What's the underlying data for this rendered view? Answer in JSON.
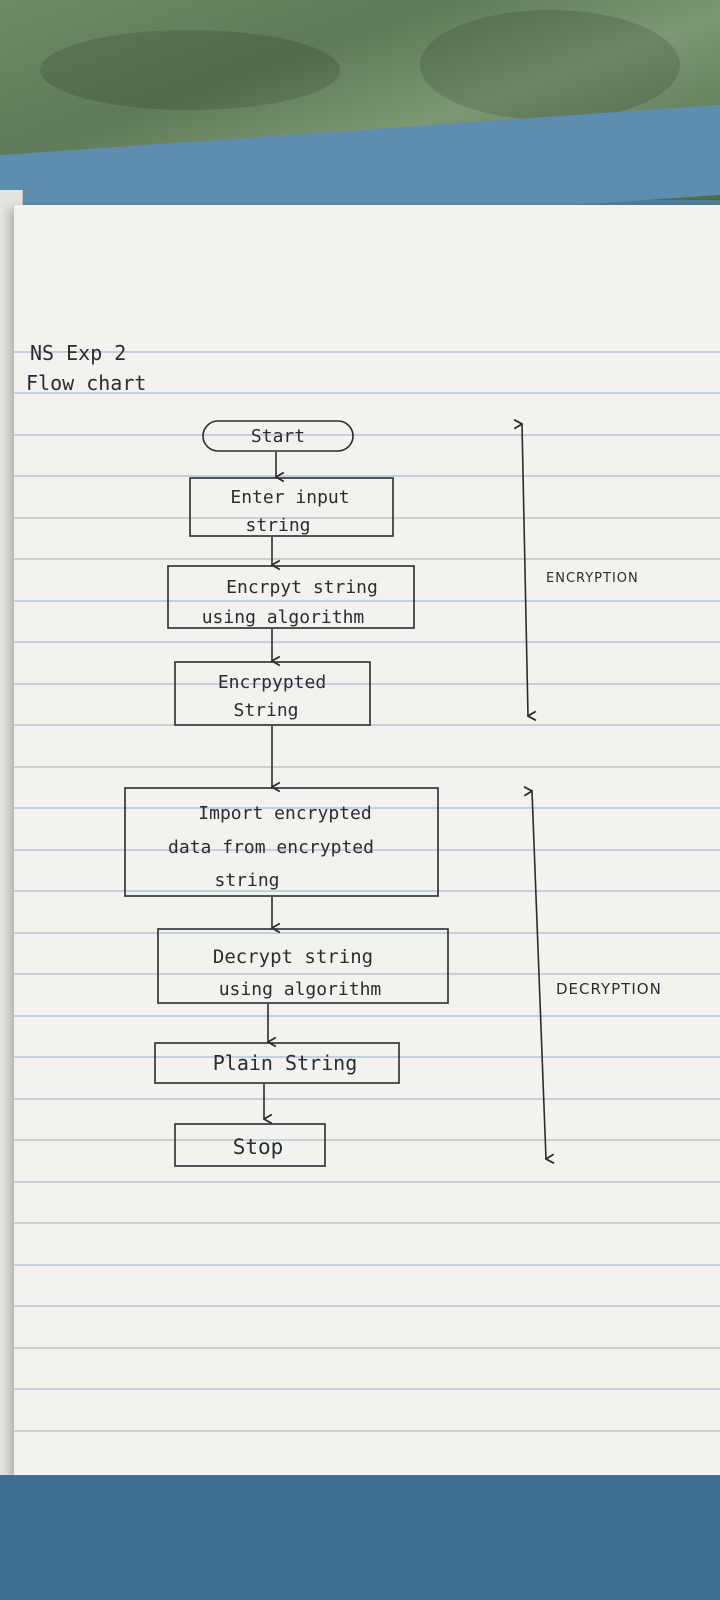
{
  "header": {
    "line1": "NS Exp 2",
    "line2": "Flow chart"
  },
  "flowchart": {
    "start": "Start",
    "enter_input": [
      "Enter input",
      "string"
    ],
    "encrypt": [
      "Encrpyt string",
      "using algorithm"
    ],
    "encrypted": [
      "Encrpypted",
      "String"
    ],
    "import": [
      "Import encrypted",
      "data from encrypted",
      "string"
    ],
    "decrypt": [
      "Decrypt string",
      "using algorithm"
    ],
    "plain": "Plain String",
    "stop": "Stop"
  },
  "sections": {
    "encryption": "ENCRYPTION",
    "decryption": "DECRYPTION"
  },
  "colors": {
    "ink": "#2b2b33",
    "paper": "#f3f2ee",
    "rule": "#9fb3c8",
    "table": "#4f7f9e"
  }
}
